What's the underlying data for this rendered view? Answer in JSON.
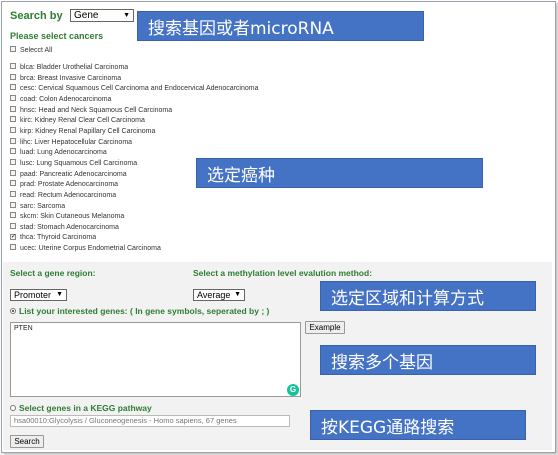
{
  "search": {
    "label": "Search by",
    "selected": "Gene"
  },
  "cancers": {
    "heading": "Please select cancers",
    "select_all": "Selecct All",
    "items": [
      {
        "label": "blca: Bladder Urothelial Carcinoma",
        "checked": false
      },
      {
        "label": "brca: Breast Invasive Carcinoma",
        "checked": false
      },
      {
        "label": "cesc: Cervical Squamous Cell Carcinoma and Endocervical Adenocarcinoma",
        "checked": false
      },
      {
        "label": "coad: Colon Adenocarcinoma",
        "checked": false
      },
      {
        "label": "hnsc: Head and Neck Squamous Cell Carcinoma",
        "checked": false
      },
      {
        "label": "kirc: Kidney Renal Clear Cell Carcinoma",
        "checked": false
      },
      {
        "label": "kirp: Kidney Renal Papillary Cell Carcinoma",
        "checked": false
      },
      {
        "label": "lihc: Liver Hepatocellular Carcinoma",
        "checked": false
      },
      {
        "label": "luad: Lung Adenocarcinoma",
        "checked": false
      },
      {
        "label": "lusc: Lung Squamous Cell Carcinoma",
        "checked": false
      },
      {
        "label": "paad: Pancreatic Adenocarcinoma",
        "checked": false
      },
      {
        "label": "prad: Prostate Adenocarcinoma",
        "checked": false
      },
      {
        "label": "read: Rectum Adenocarcinoma",
        "checked": false
      },
      {
        "label": "sarc: Sarcoma",
        "checked": false
      },
      {
        "label": "skcm: Skin Cutaneous Melanoma",
        "checked": false
      },
      {
        "label": "stad: Stomach Adenocarcinoma",
        "checked": false
      },
      {
        "label": "thca: Thyroid Carcinoma",
        "checked": true
      },
      {
        "label": "ucec: Uterine Corpus Endometrial Carcinoma",
        "checked": false
      }
    ]
  },
  "region": {
    "label": "Select a gene region:",
    "selected": "Promoter"
  },
  "method": {
    "label": "Select a methylation level evalution method:",
    "selected": "Average"
  },
  "genes": {
    "label": "List your interested genes: ( In gene symbols, seperated by ; )",
    "value": "PTEN",
    "example_button": "Example"
  },
  "kegg": {
    "label": "Select genes in a KEGG pathway",
    "selected": "hsa00010:Glycolysis / Gluconeogenesis - Homo sapiens, 67 genes"
  },
  "search_button": "Search",
  "annotations": {
    "a1": "搜索基因或者microRNA",
    "a2": "选定癌种",
    "a3": "选定区域和计算方式",
    "a4": "搜索多个基因",
    "a5": "按KEGG通路搜索"
  },
  "colors": {
    "green_label": "#2e7d32",
    "annotation_bg": "#4472c4",
    "bottom_panel_bg": "#f2f2f2"
  }
}
